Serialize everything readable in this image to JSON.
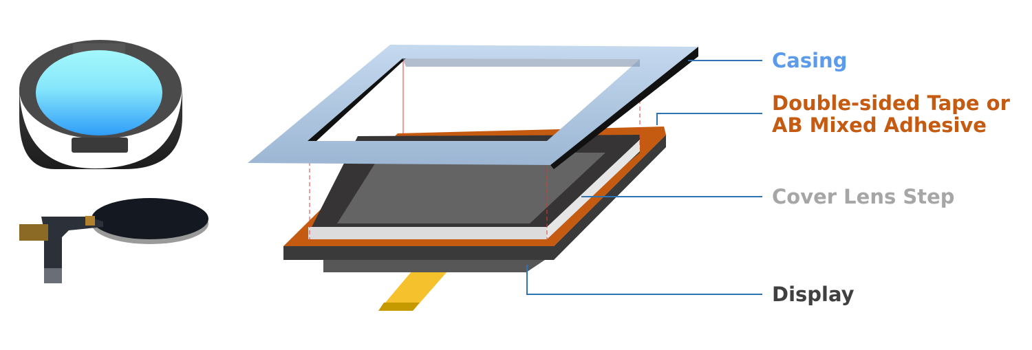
{
  "labels": {
    "casing": "Casing",
    "tape_line1": "Double-sided Tape or",
    "tape_line2": "AB Mixed Adhesive",
    "cover_lens_step": "Cover Lens Step",
    "display": "Display"
  },
  "colors": {
    "casing": "#5b9bea",
    "tape": "#c55a11",
    "cover_lens_step": "#a6a6a6",
    "display": "#404040",
    "leader_line": "#2e74b5"
  }
}
